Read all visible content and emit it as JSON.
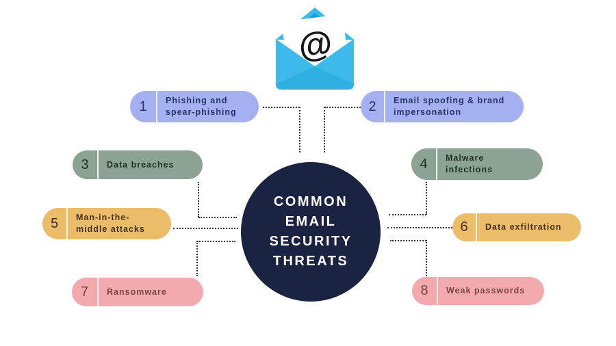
{
  "infographic": {
    "title_lines": [
      "COMMON",
      "EMAIL",
      "SECURITY",
      "THREATS"
    ],
    "envelope": {
      "at_symbol": "@"
    },
    "threats": [
      {
        "number": "1",
        "lines": [
          "Phishing and",
          "spear-phishing"
        ],
        "pill_color": "#a4b0f2",
        "text_color": "#2b3461"
      },
      {
        "number": "2",
        "lines": [
          "Email spoofing & brand",
          "impersonation"
        ],
        "pill_color": "#a4b0f2",
        "text_color": "#2b3461"
      },
      {
        "number": "3",
        "lines": [
          "Data breaches"
        ],
        "pill_color": "#8ca295",
        "text_color": "#233229"
      },
      {
        "number": "4",
        "lines": [
          "Malware",
          "infections"
        ],
        "pill_color": "#8ca295",
        "text_color": "#233229"
      },
      {
        "number": "5",
        "lines": [
          "Man-in-the-",
          "middle attacks"
        ],
        "pill_color": "#ecbd69",
        "text_color": "#46331f"
      },
      {
        "number": "6",
        "lines": [
          "Data exfiltration"
        ],
        "pill_color": "#ecbd69",
        "text_color": "#46331f"
      },
      {
        "number": "7",
        "lines": [
          "Ransomware"
        ],
        "pill_color": "#f2aaae",
        "text_color": "#7a4347"
      },
      {
        "number": "8",
        "lines": [
          "Weak passwords"
        ],
        "pill_color": "#f2aaae",
        "text_color": "#7a4347"
      }
    ],
    "colors": {
      "circle_bg": "#1b2342",
      "circle_text": "#ffffff",
      "connector_dots": "#33333d",
      "envelope_flap": "#38b9eb",
      "envelope_inner": "#1f9fd4",
      "envelope_front": "#2fb0e2",
      "envelope_fold": "#49c3f2",
      "paper": "#ffffff",
      "at_symbol_color": "#161616"
    }
  }
}
